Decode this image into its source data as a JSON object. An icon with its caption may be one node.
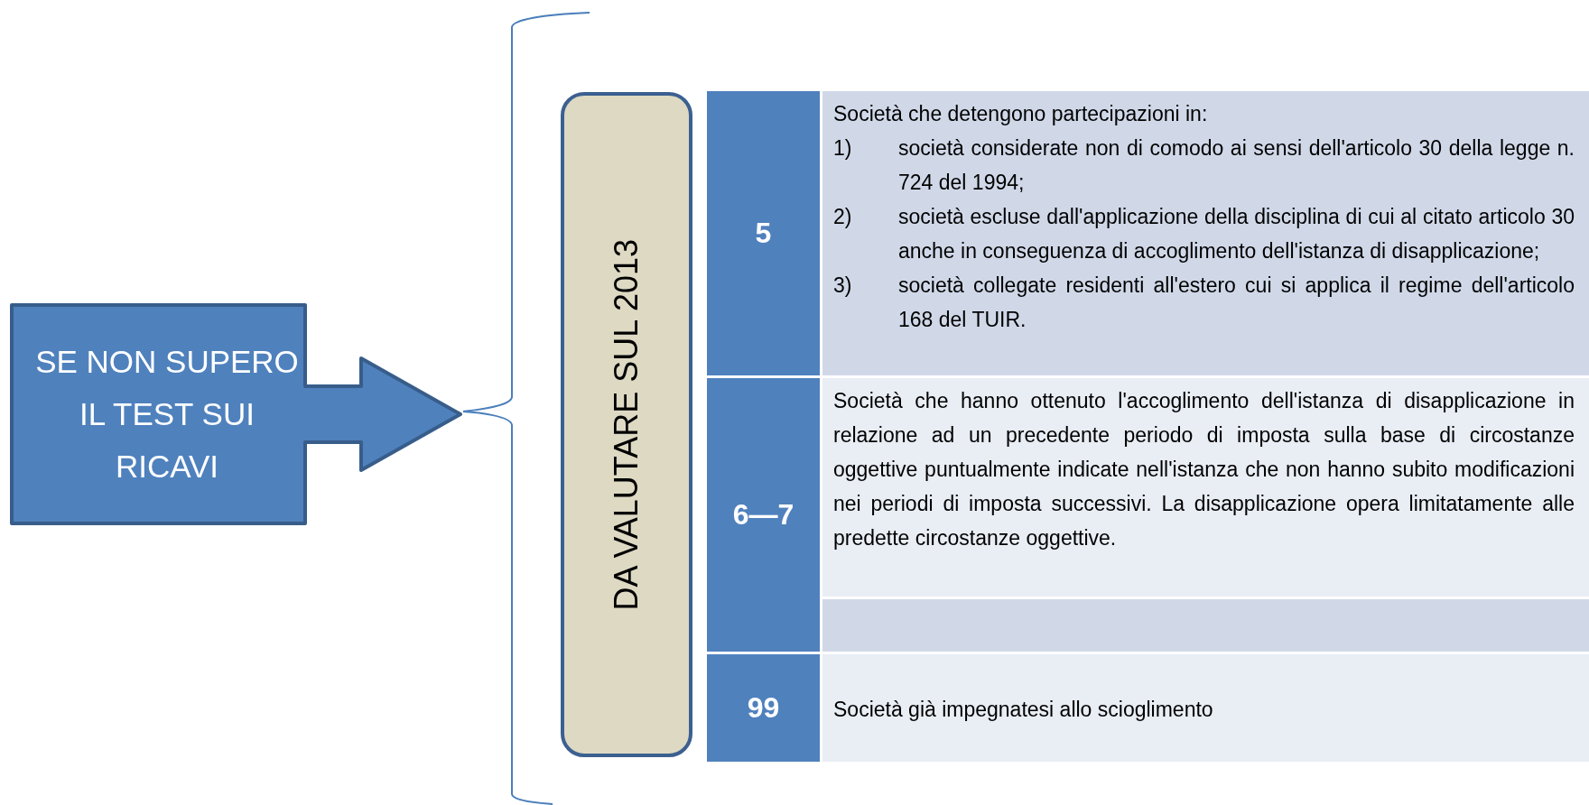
{
  "diagram": {
    "nodes": [
      {
        "text": [
          "SE NON SUPERO IL TEST SUI RICAVI"
        ]
      },
      {
        "text": [
          "DA VALUTARE SUL 2013"
        ]
      }
    ],
    "labels": [
      "5",
      "Società che detengono partecipazioni in:",
      "1)",
      "società considerate non di comodo ai sensi dell'articolo 30 della legge n. 724 del 1994;",
      "2)",
      "società escluse dall'applicazione della disciplina di cui al citato articolo 30 anche in conseguenza di accoglimento dell'istanza di disapplicazione;",
      "3)",
      "società collegate residenti all'estero cui si applica il regime dell'articolo 168 del TUIR.",
      "6—7",
      "Società che hanno ottenuto l'accoglimento dell'istanza di disapplicazione in relazione ad un precedente periodo di imposta sulla base di circostanze oggettive puntualmente indicate nell'istanza che non hanno subito modificazioni nei periodi di imposta successivi. La disapplicazione opera limitatamente alle predette circostanze oggettive.",
      "99",
      "Società già impegnatesi allo scioglimento"
    ]
  }
}
